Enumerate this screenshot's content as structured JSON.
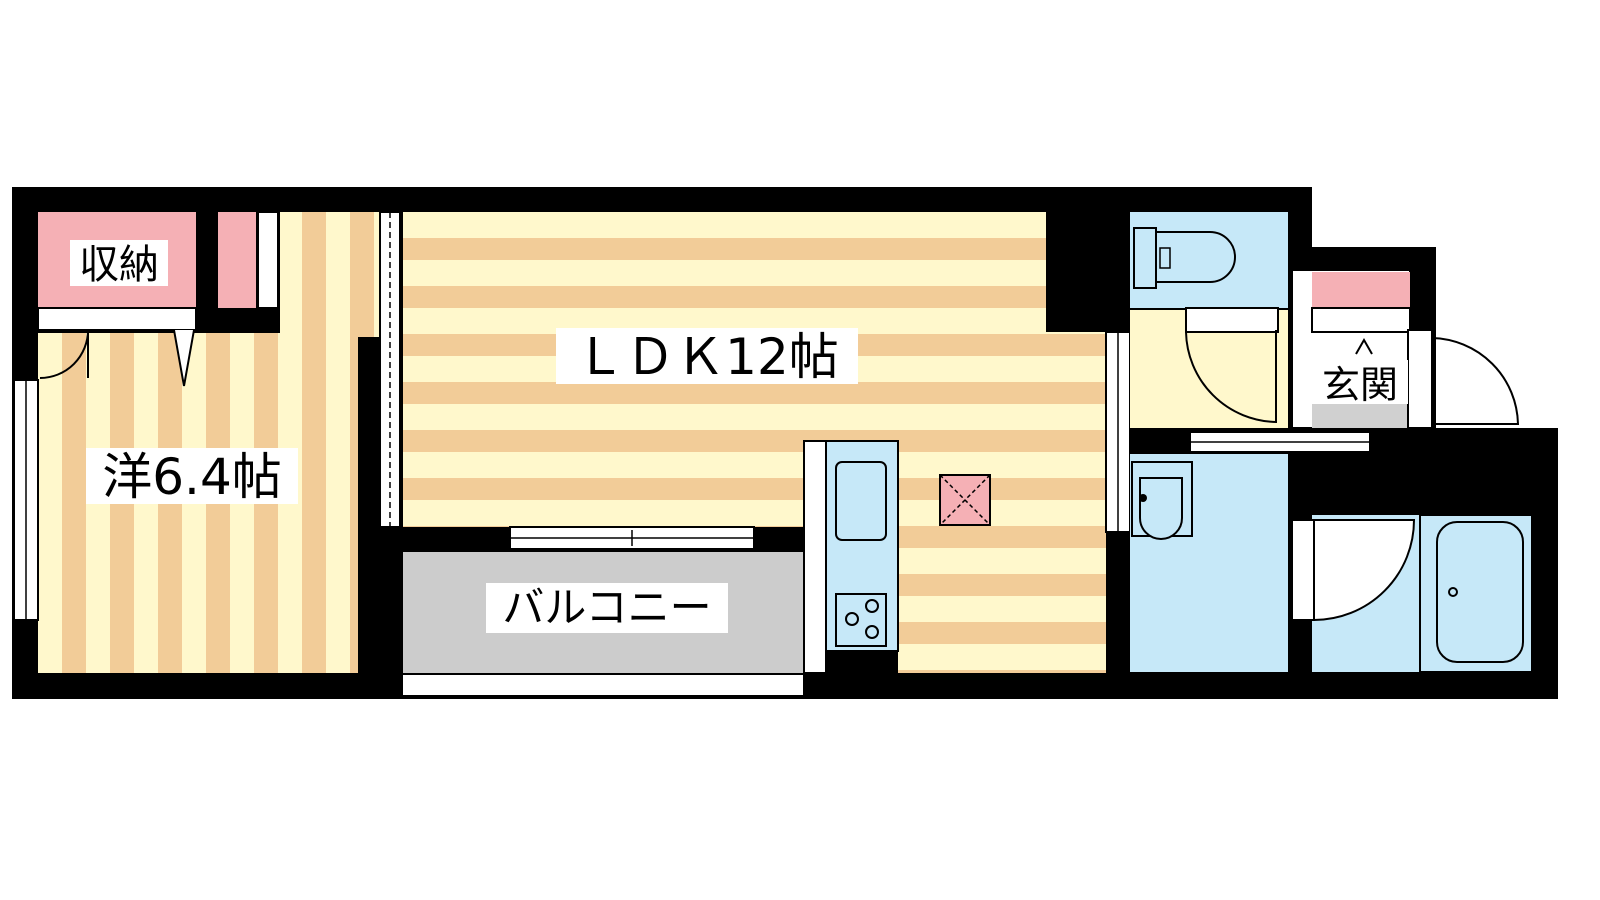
{
  "rooms": {
    "western": "洋6.4帖",
    "storage": "収納",
    "ldk": "ＬＤＫ12帖",
    "balcony": "バルコニー",
    "entrance": "玄関"
  },
  "colors": {
    "wall": "#000000",
    "floor_light": "#fff8cc",
    "floor_stripe": "#f2cc98",
    "storage": "#f5b0b5",
    "wet_area": "#c6e8f8",
    "balcony": "#cccccc",
    "vent": "#f5b0b5"
  }
}
